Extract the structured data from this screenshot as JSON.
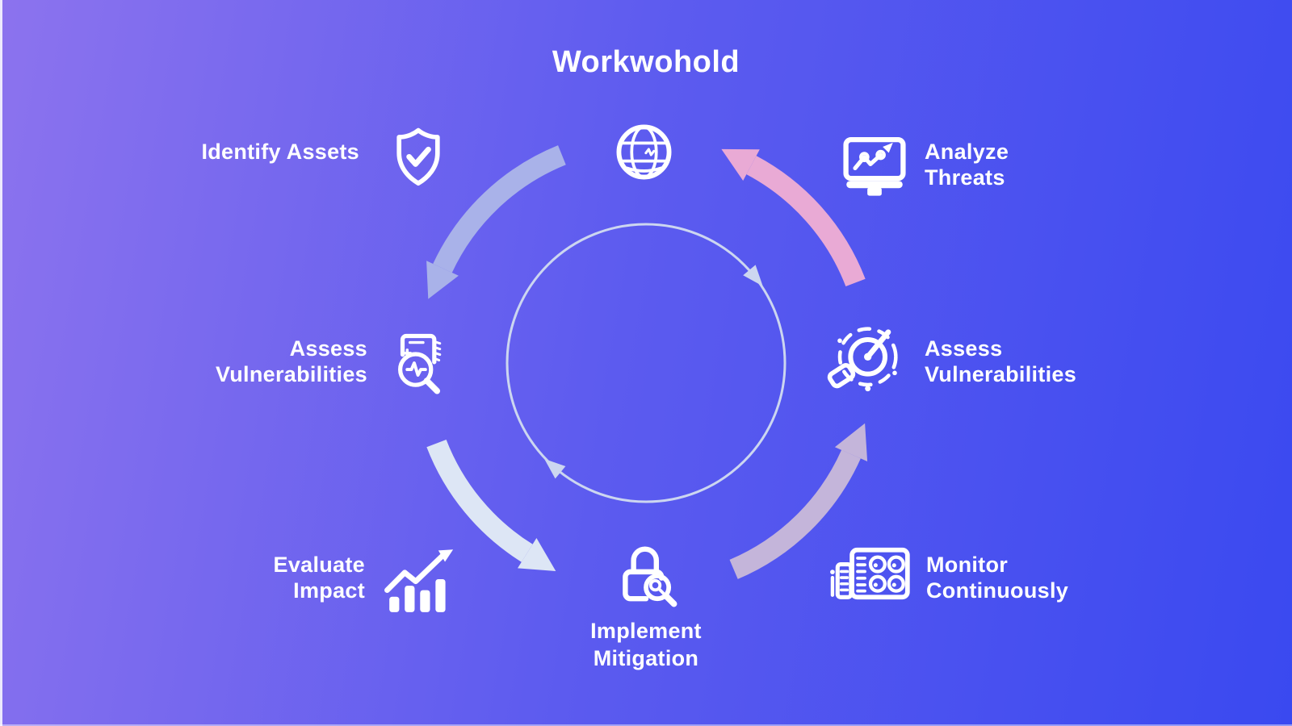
{
  "diagram": {
    "title": "Workwohold",
    "center_icon": "globe-icon",
    "inner_ring": {
      "shape": "circle",
      "direction": "clockwise-arrows"
    },
    "outer_arrows_direction": "counterclockwise",
    "steps": [
      {
        "name": "identify-assets",
        "lines": [
          "Identify Assets"
        ],
        "icon": "shield-check-icon",
        "position": "top-left"
      },
      {
        "name": "analyze-threats",
        "lines": [
          "Analyze",
          "Threats"
        ],
        "icon": "monitor-chart-icon",
        "position": "top-right"
      },
      {
        "name": "assess-vulnerabilities-left",
        "lines": [
          "Assess",
          "Vulnerabilities"
        ],
        "icon": "document-magnifier-icon",
        "position": "middle-left"
      },
      {
        "name": "assess-vulnerabilities-right",
        "lines": [
          "Assess",
          "Vulnerabilities"
        ],
        "icon": "radar-target-icon",
        "position": "middle-right"
      },
      {
        "name": "evaluate-impact",
        "lines": [
          "Evaluate",
          "Impact"
        ],
        "icon": "bar-chart-arrow-icon",
        "position": "bottom-left"
      },
      {
        "name": "monitor-continuously",
        "lines": [
          "Monitor",
          "Continuously"
        ],
        "icon": "dashboard-gauges-icon",
        "position": "bottom-right"
      },
      {
        "name": "implement-mitigation",
        "lines": [
          "Implement",
          "Mitigation"
        ],
        "icon": "lock-magnifier-icon",
        "position": "bottom-center"
      }
    ]
  },
  "colors": {
    "bg_left": "#8c73ee",
    "bg_mid": "#5c5bef",
    "bg_right": "#3a49f0",
    "arc_top_left": "#a9b2e9",
    "arc_bottom_left": "#dde6f5",
    "arc_bottom_right": "#c4b5da",
    "arc_top_right": "#e9aad5",
    "ring": "#ccd6f0",
    "icon": "#ffffff",
    "text": "#ffffff"
  }
}
